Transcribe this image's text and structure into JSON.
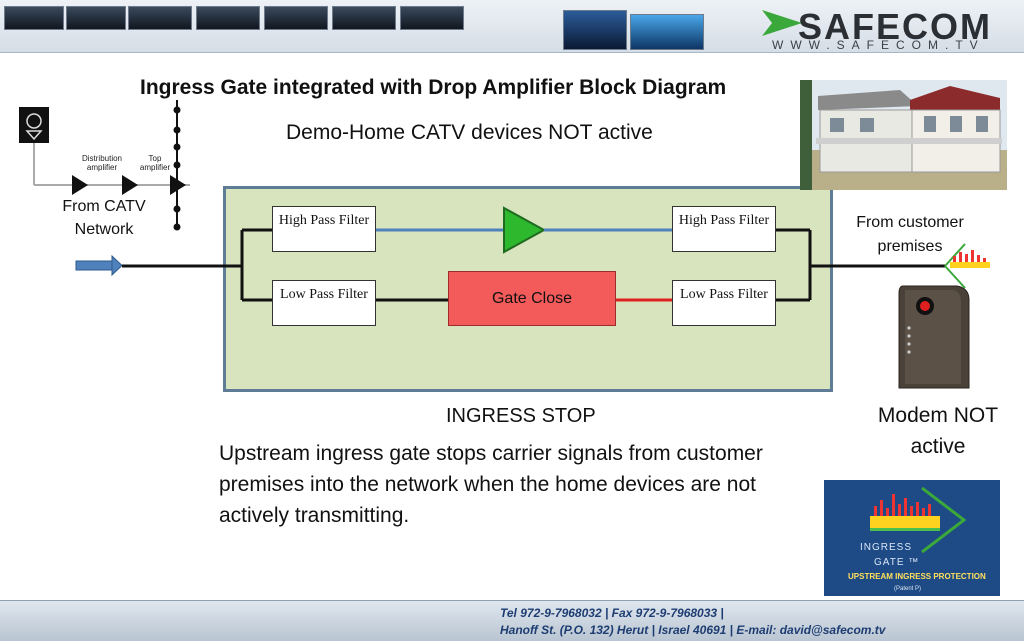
{
  "header": {
    "logo_text": "SAFECOM",
    "logo_url": "WWW.SAFECOM.TV"
  },
  "title": "Ingress Gate integrated with Drop Amplifier  Block Diagram",
  "subtitle": "Demo-Home CATV devices NOT active",
  "network": {
    "distribution_amplifier_label": "Distribution amplifier",
    "top_amplifier_label": "Top amplifier",
    "from_catv_label": "From CATV Network"
  },
  "blocks": {
    "high_pass_left": "High Pass Filter",
    "low_pass_left": "Low Pass Filter",
    "high_pass_right": "High Pass Filter",
    "low_pass_right": "Low Pass Filter",
    "gate": "Gate Close"
  },
  "from_customer_label": "From customer premises",
  "modem_label": "Modem NOT active",
  "status_label": "INGRESS  STOP",
  "description": "Upstream ingress gate stops carrier signals from customer premises into the network when the home devices are not actively transmitting.",
  "logo_panel": {
    "line1": "INGRESS",
    "line2": "GATE ™",
    "line3": "UPSTREAM INGRESS PROTECTION",
    "line4": "(Patent P)"
  },
  "footer": {
    "line1": "Tel 972-9-7968032 | Fax 972-9-7968033 |",
    "line2": "Hanoff St. (P.O. 132) Herut  | Israel 40691 | E-mail: david@safecom.tv"
  },
  "colors": {
    "block_fill": "#d7e4bd",
    "block_border": "#5e7c95",
    "gate_fill": "#f35a5a",
    "amplifier_green": "#2eb82e",
    "high_pass_line": "#4f81bd",
    "low_pass_line": "#e02020"
  }
}
